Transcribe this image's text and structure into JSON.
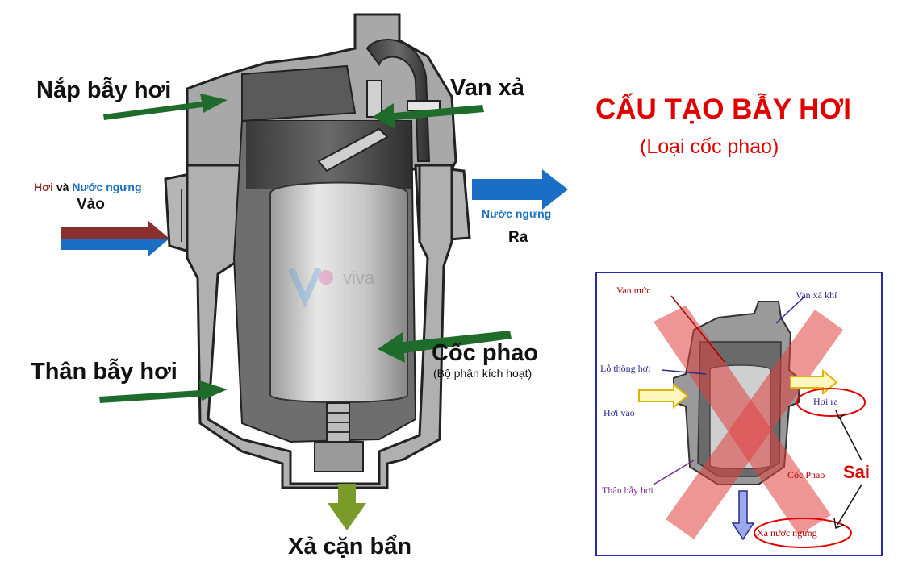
{
  "title": "CẤU TẠO BẪY HƠI",
  "subtitle": "(Loại cốc phao)",
  "labels": {
    "cover": "Nắp bẫy hơi",
    "valve": "Van xả",
    "inlet_steam": "Hơi",
    "inlet_and": "và",
    "inlet_condensate": "Nước ngưng",
    "inlet": "Vào",
    "outlet_condensate": "Nước ngưng",
    "outlet": "Ra",
    "float": "Cốc phao",
    "float_note": "(Bộ phận kích hoạt)",
    "body": "Thân bẫy hơi",
    "drain": "Xả cặn bẩn"
  },
  "inset": {
    "labels": {
      "water_valve": "Van mức",
      "air_vent": "Van xả khí",
      "vent_hole": "Lỗ thông hơi",
      "steam_in": "Hơi vào",
      "steam_out": "Hơi ra",
      "float": "Cốc Phao",
      "body": "Thân bẫy hơi",
      "condensate_out": "Xả nước ngưng"
    },
    "verdict": "Sai"
  },
  "watermark": "viva",
  "colors": {
    "title_red": "#e00000",
    "arrow_green": "#1e6b2c",
    "arrow_blue": "#1a6fc4",
    "arrow_brown": "#8b2f2f",
    "arrow_olive": "#7a9a2a",
    "inset_border": "#2a2aa8",
    "cross_red": "#e04040"
  }
}
